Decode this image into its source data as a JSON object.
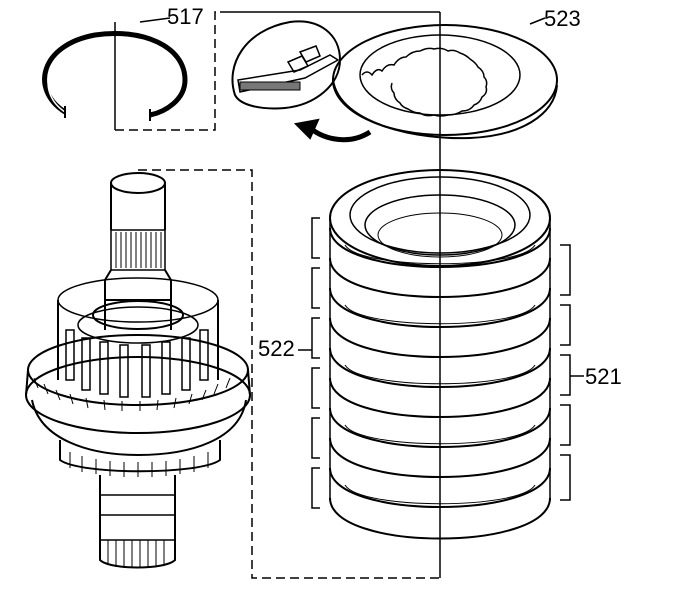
{
  "callouts": {
    "snap_ring": "517",
    "backing_plate": "523",
    "steel_plates": "522",
    "fiber_plates": "521"
  },
  "colors": {
    "ink": "#000000",
    "paper": "#ffffff"
  }
}
